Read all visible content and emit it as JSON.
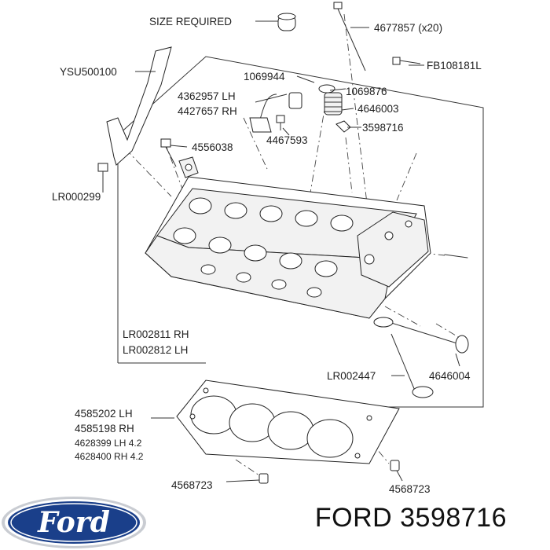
{
  "callouts": {
    "size_required": "SIZE REQUIRED",
    "p4677857": "4677857 (x20)",
    "ysu500100": "YSU500100",
    "fb108181l": "FB108181L",
    "p1069944": "1069944",
    "p1069876": "1069876",
    "p4362957": "4362957 LH",
    "p4427657": "4427657 RH",
    "p4646003": "4646003",
    "p3598716": "3598716",
    "p4467593": "4467593",
    "p4556038": "4556038",
    "lr000299": "LR000299",
    "lr002811": "LR002811 RH",
    "lr002812": "LR002812 LH",
    "lr002447": "LR002447",
    "p4646004": "4646004",
    "p4585202": "4585202 LH",
    "p4585198": "4585198 RH",
    "p4628399": "4628399 LH 4.2",
    "p4628400": "4628400 RH 4.2",
    "p4568723_left": "4568723",
    "p4568723_right": "4568723"
  },
  "logo": {
    "text": "Ford",
    "color": "#1a3f8a"
  },
  "brand_line": "FORD 3598716"
}
